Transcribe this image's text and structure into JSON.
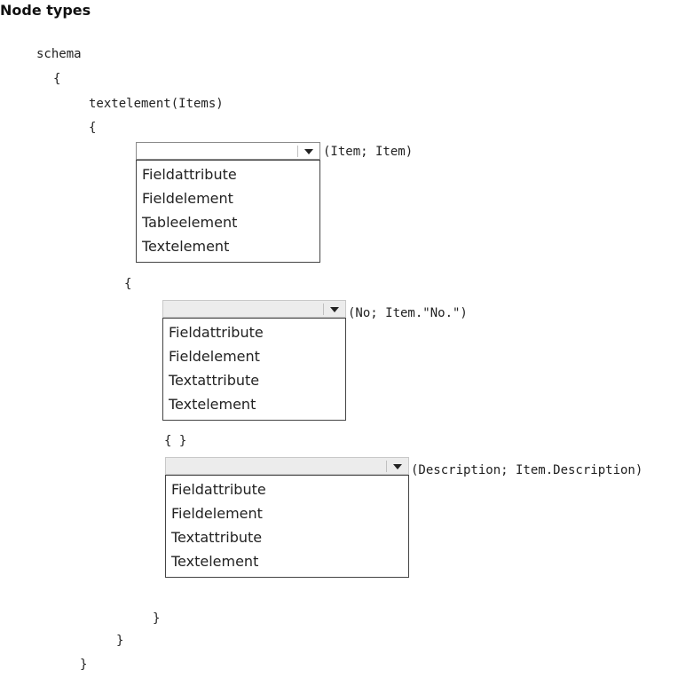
{
  "title": "Node types",
  "code": {
    "schema": "schema",
    "brace_open_1": "{",
    "textelement_items": "textelement(Items)",
    "brace_open_2": "{",
    "brace_open_3": "{",
    "empty_braces": "{ }",
    "brace_close_3": "}",
    "brace_close_2": "}",
    "brace_close_1": "}"
  },
  "dropdowns": [
    {
      "selected": "",
      "suffix": "(Item; Item)",
      "options": [
        "Fieldattribute",
        "Fieldelement",
        "Tableelement",
        "Textelement"
      ]
    },
    {
      "selected": "",
      "suffix": "(No; Item.\"No.\")",
      "options": [
        "Fieldattribute",
        "Fieldelement",
        "Textattribute",
        "Textelement"
      ]
    },
    {
      "selected": "",
      "suffix": "(Description; Item.Description)",
      "options": [
        "Fieldattribute",
        "Fieldelement",
        "Textattribute",
        "Textelement"
      ]
    }
  ],
  "icons": {
    "dropdown_arrow": "chevron-down-icon"
  }
}
